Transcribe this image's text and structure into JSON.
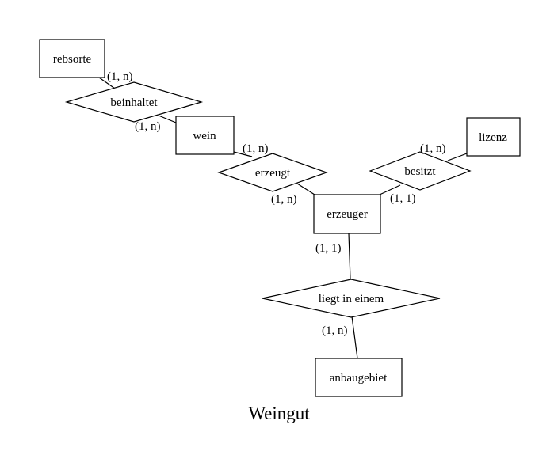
{
  "diagram": {
    "caption": "Weingut",
    "entities": {
      "rebsorte": "rebsorte",
      "wein": "wein",
      "lizenz": "lizenz",
      "erzeuger": "erzeuger",
      "anbaugebiet": "anbaugebiet"
    },
    "relationships": {
      "beinhaltet": "beinhaltet",
      "erzeugt": "erzeugt",
      "besitzt": "besitzt",
      "liegt_in_einem": "liegt in einem"
    },
    "cardinalities": {
      "rebsorte_beinhaltet": "(1, n)",
      "beinhaltet_wein": "(1, n)",
      "wein_erzeugt": "(1, n)",
      "erzeugt_erzeuger": "(1, n)",
      "lizenz_besitzt": "(1, n)",
      "besitzt_erzeuger": "(1, 1)",
      "erzeuger_liegt": "(1, 1)",
      "liegt_anbaugebiet": "(1, n)"
    }
  }
}
